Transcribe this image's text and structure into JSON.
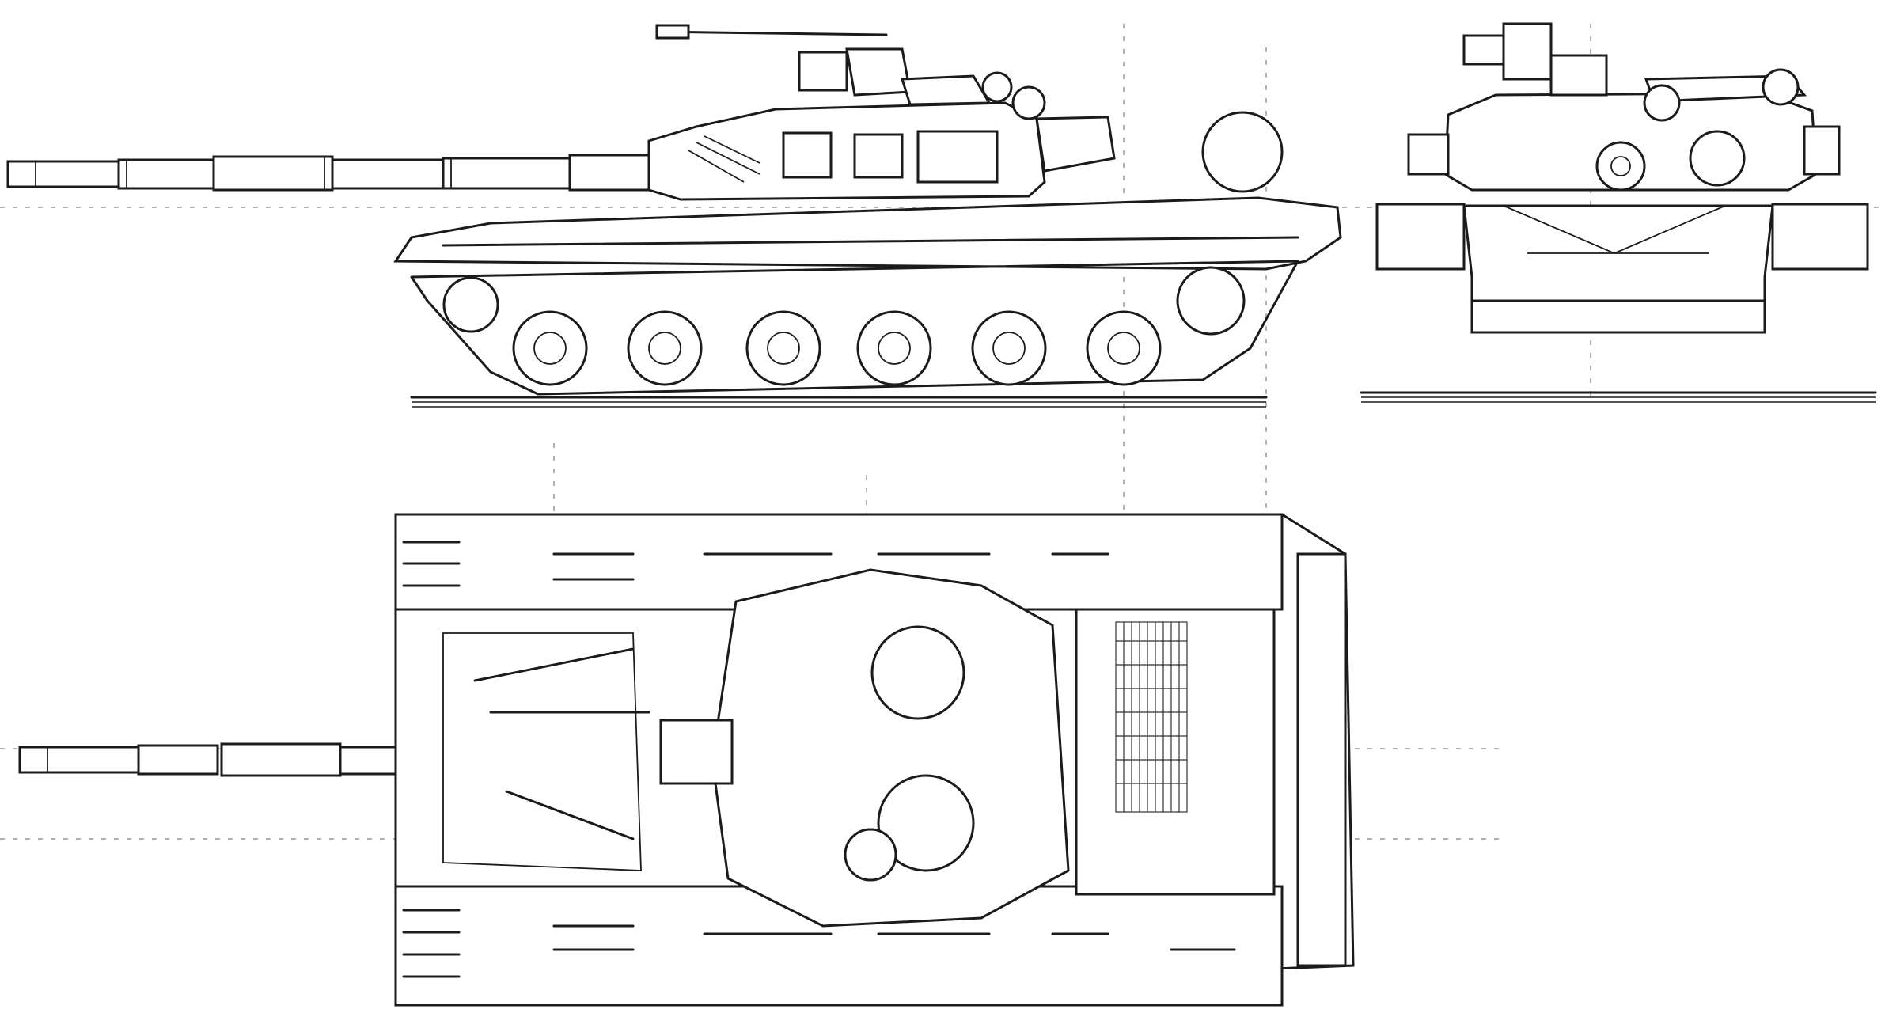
{
  "drawing": {
    "views": [
      {
        "name": "side-view"
      },
      {
        "name": "front-view"
      },
      {
        "name": "top-view"
      }
    ],
    "line_color": "#1b1b1b",
    "background_color": "#ffffff"
  }
}
